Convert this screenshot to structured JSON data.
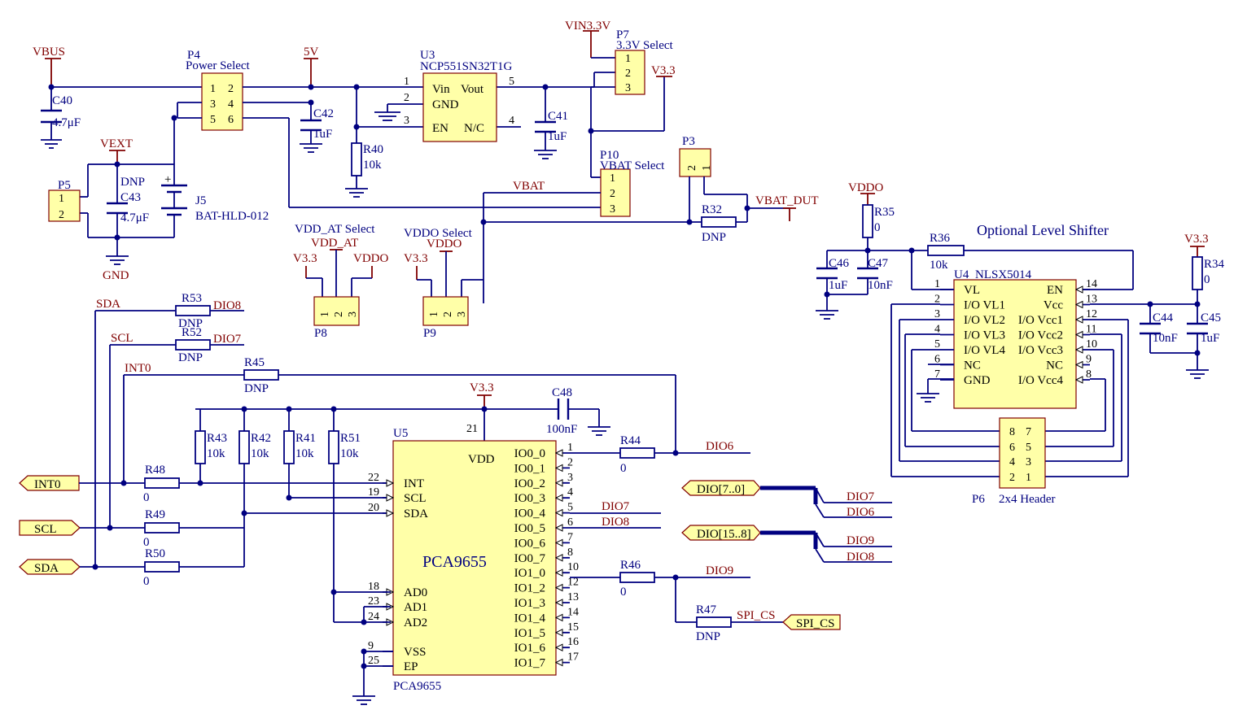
{
  "title": "Optional Level Shifter",
  "nets": {
    "vbus": "VBUS",
    "v5": "5V",
    "vin33": "VIN3.3V",
    "v33": "V3.3",
    "vext": "VEXT",
    "gnd": "GND",
    "vbat": "VBAT",
    "vbat_dut": "VBAT_DUT",
    "vddo": "VDDO",
    "vdd_at": "VDD_AT",
    "sda": "SDA",
    "scl": "SCL",
    "int0": "INT0",
    "dio6": "DIO6",
    "dio7": "DIO7",
    "dio8": "DIO8",
    "dio9": "DIO9",
    "spi_cs": "SPI_CS"
  },
  "ports": {
    "int0": "INT0",
    "scl": "SCL",
    "sda": "SDA",
    "spi_cs": "SPI_CS",
    "dio_lo": "DIO[7..0]",
    "dio_hi": "DIO[15..8]"
  },
  "components": {
    "p4": {
      "ref": "P4",
      "value": "Power Select",
      "pins": [
        "1",
        "2",
        "3",
        "4",
        "5",
        "6"
      ]
    },
    "p5": {
      "ref": "P5",
      "pins": [
        "1",
        "2"
      ]
    },
    "p7": {
      "ref": "P7",
      "value": "3.3V Select",
      "pins": [
        "1",
        "2",
        "3"
      ]
    },
    "p10": {
      "ref": "P10",
      "value": "VBAT Select",
      "pins": [
        "1",
        "2",
        "3"
      ]
    },
    "p3": {
      "ref": "P3",
      "pins": [
        "2",
        "1"
      ]
    },
    "p8": {
      "ref": "P8",
      "value": "VDD_AT Select",
      "pins": [
        "1",
        "2",
        "3"
      ]
    },
    "p9": {
      "ref": "P9",
      "value": "VDDO Select",
      "pins": [
        "1",
        "2",
        "3"
      ]
    },
    "p6": {
      "ref": "P6",
      "value": "2x4 Header",
      "pins": [
        "8",
        "7",
        "6",
        "5",
        "4",
        "3",
        "2",
        "1"
      ]
    },
    "u3": {
      "ref": "U3",
      "value": "NCP551SN32T1G",
      "labels": [
        "Vin",
        "Vout",
        "GND",
        "EN",
        "N/C"
      ],
      "pins": [
        "1",
        "2",
        "3",
        "4",
        "5"
      ]
    },
    "j5": {
      "ref": "J5",
      "value": "BAT-HLD-012"
    },
    "c40": {
      "ref": "C40",
      "value": "4.7μF"
    },
    "c42": {
      "ref": "C42",
      "value": "1uF"
    },
    "c41": {
      "ref": "C41",
      "value": "1uF"
    },
    "c43": {
      "ref": "C43",
      "value": "4.7μF",
      "dnp": "DNP"
    },
    "c46": {
      "ref": "C46",
      "value": "1uF"
    },
    "c47": {
      "ref": "C47",
      "value": "10nF"
    },
    "c44": {
      "ref": "C44",
      "value": "10nF"
    },
    "c45": {
      "ref": "C45",
      "value": "1uF"
    },
    "c48": {
      "ref": "C48",
      "value": "100nF"
    },
    "r40": {
      "ref": "R40",
      "value": "10k"
    },
    "r32": {
      "ref": "R32",
      "value": "DNP"
    },
    "r35": {
      "ref": "R35",
      "value": "0"
    },
    "r36": {
      "ref": "R36",
      "value": "10k"
    },
    "r34": {
      "ref": "R34",
      "value": "0"
    },
    "r53": {
      "ref": "R53",
      "value": "DNP"
    },
    "r52": {
      "ref": "R52",
      "value": "DNP"
    },
    "r45": {
      "ref": "R45",
      "value": "DNP"
    },
    "r43": {
      "ref": "R43",
      "value": "10k"
    },
    "r42": {
      "ref": "R42",
      "value": "10k"
    },
    "r41": {
      "ref": "R41",
      "value": "10k"
    },
    "r51": {
      "ref": "R51",
      "value": "10k"
    },
    "r48": {
      "ref": "R48",
      "value": "0"
    },
    "r49": {
      "ref": "R49",
      "value": "0"
    },
    "r50": {
      "ref": "R50",
      "value": "0"
    },
    "r44": {
      "ref": "R44",
      "value": "0"
    },
    "r46": {
      "ref": "R46",
      "value": "0"
    },
    "r47": {
      "ref": "R47",
      "value": "DNP"
    },
    "u4": {
      "ref": "U4",
      "value": "NLSX5014",
      "left_labels": [
        "VL",
        "I/O VL1",
        "I/O VL2",
        "I/O VL3",
        "I/O VL4",
        "NC",
        "GND"
      ],
      "left_pins": [
        "1",
        "2",
        "3",
        "4",
        "5",
        "6",
        "7"
      ],
      "right_labels": [
        "EN",
        "Vcc",
        "I/O Vcc1",
        "I/O Vcc2",
        "I/O Vcc3",
        "NC",
        "I/O Vcc4"
      ],
      "right_pins": [
        "14",
        "13",
        "12",
        "11",
        "10",
        "9",
        "8"
      ]
    },
    "u5": {
      "ref": "U5",
      "value": "PCA9655",
      "vdd_label": "VDD",
      "vdd_pin": "21",
      "left_labels": [
        "INT",
        "SCL",
        "SDA",
        "AD0",
        "AD1",
        "AD2",
        "VSS",
        "EP"
      ],
      "left_pins": [
        "22",
        "19",
        "20",
        "18",
        "23",
        "24",
        "9",
        "25"
      ],
      "right_labels": [
        "IO0_0",
        "IO0_1",
        "IO0_2",
        "IO0_3",
        "IO0_4",
        "IO0_5",
        "IO0_6",
        "IO0_7",
        "IO1_0",
        "IO1_2",
        "IO1_3",
        "IO1_4",
        "IO1_5",
        "IO1_6",
        "IO1_7"
      ],
      "right_pins": [
        "1",
        "2",
        "3",
        "4",
        "5",
        "6",
        "7",
        "8",
        "10",
        "12",
        "13",
        "14",
        "15",
        "16",
        "17"
      ],
      "bottom_label": "PCA9655"
    }
  }
}
